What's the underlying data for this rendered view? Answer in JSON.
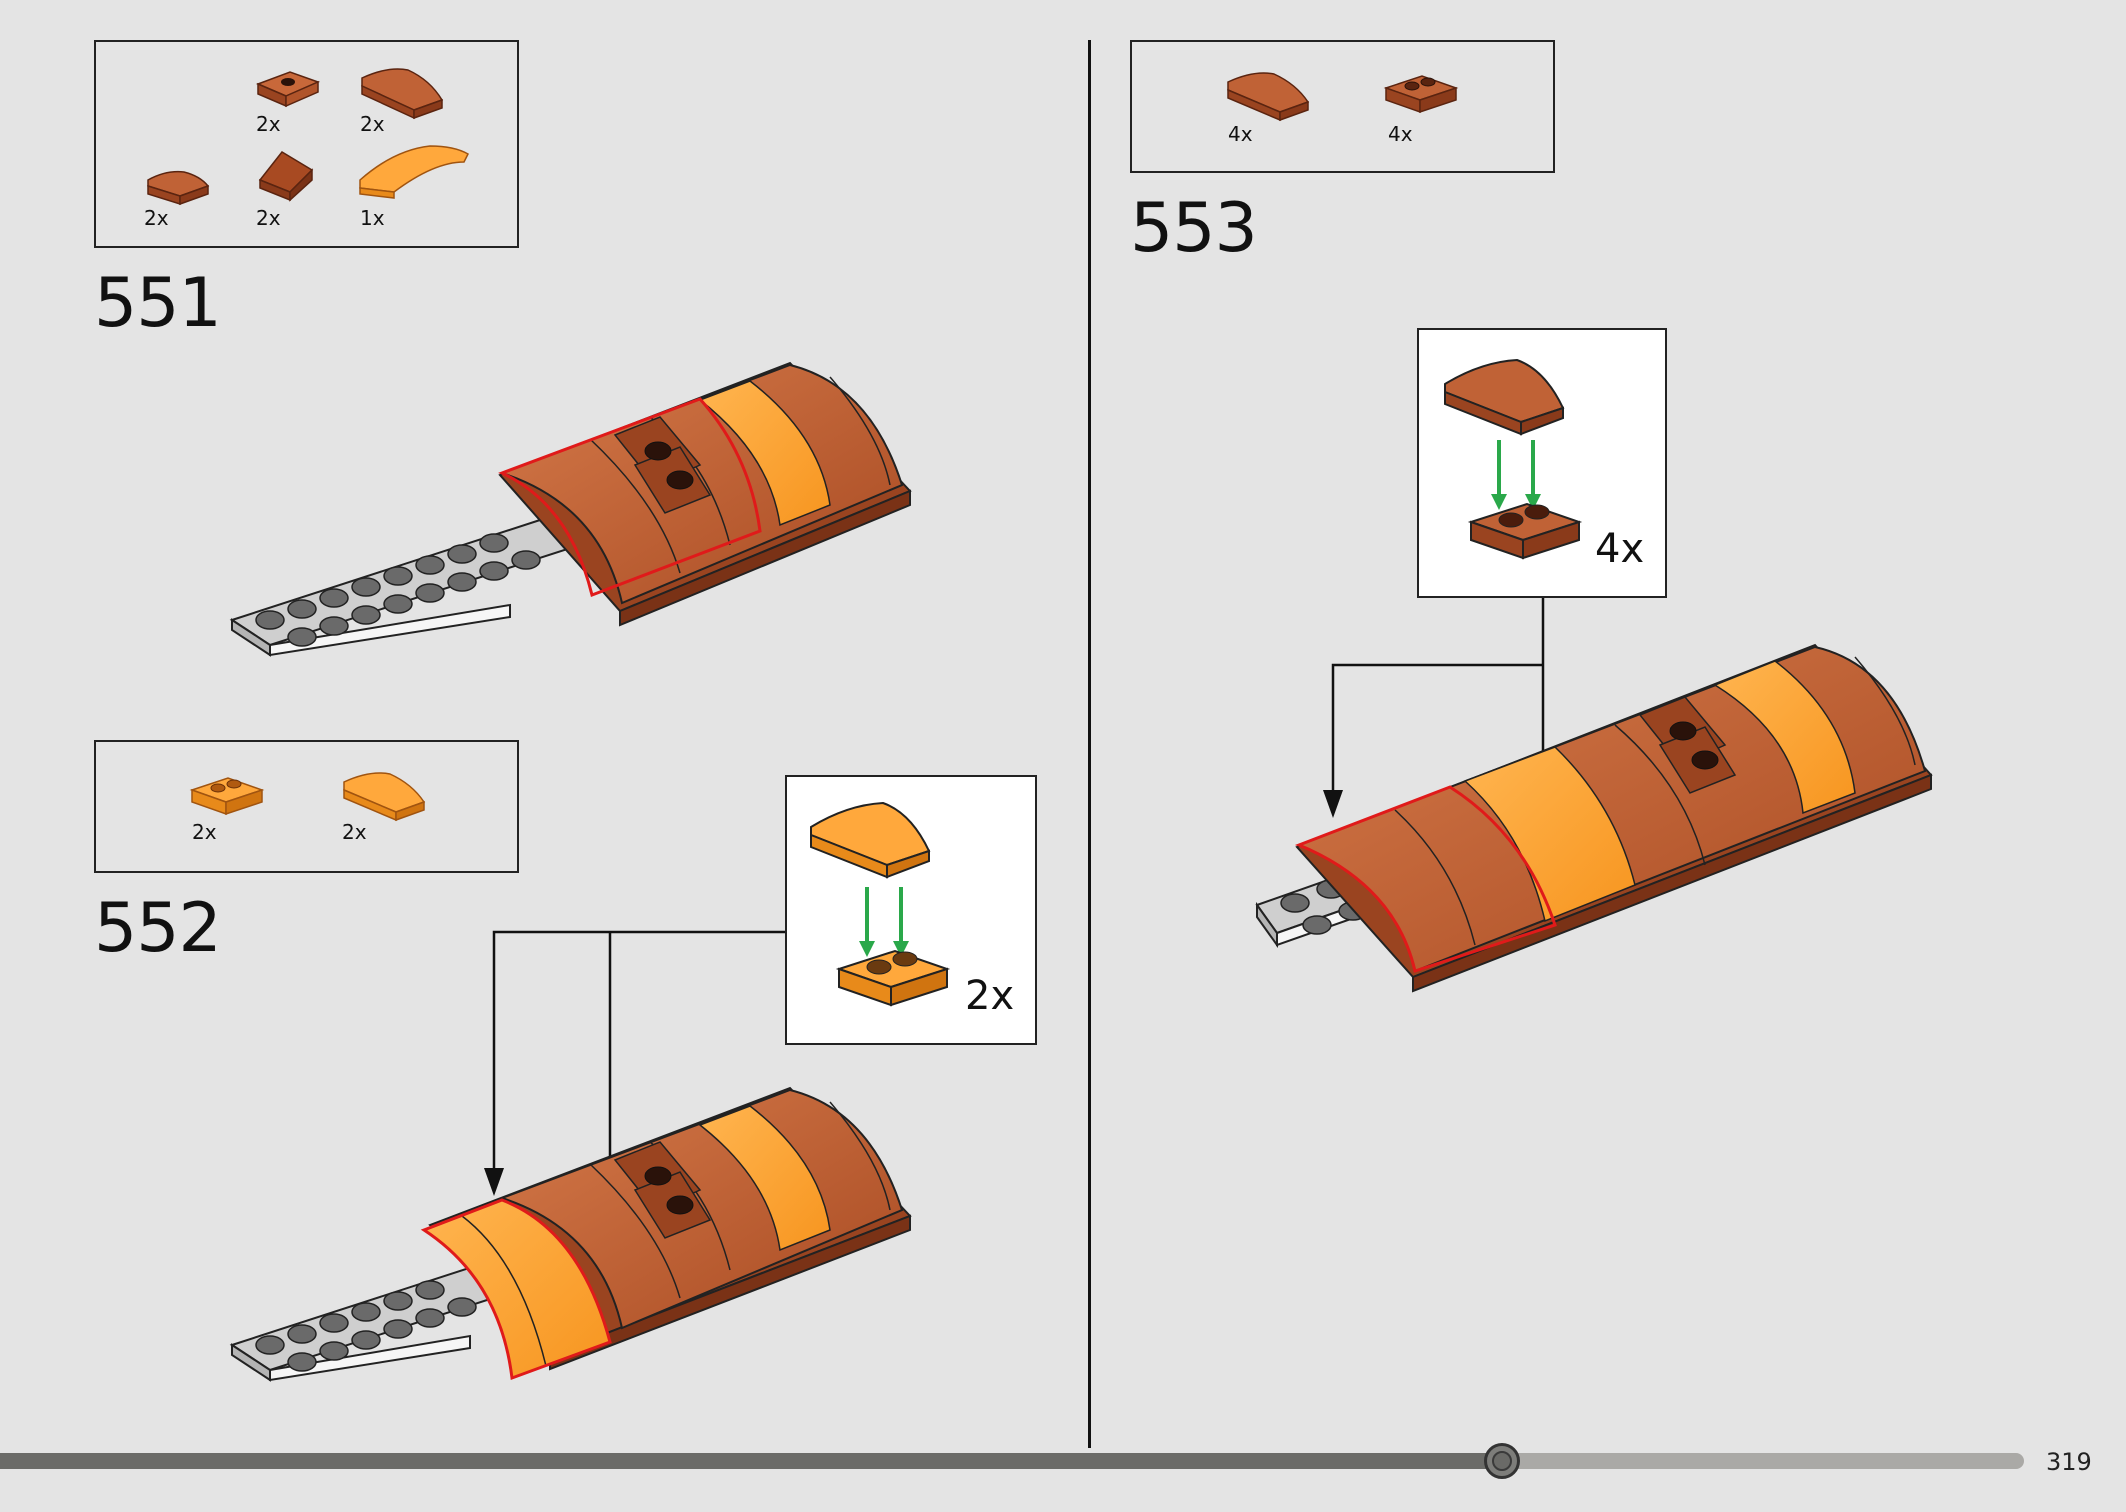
{
  "page": {
    "number": "319"
  },
  "progress": {
    "fraction": 0.742
  },
  "colors": {
    "brown": "#b5572c",
    "brown_dark": "#8a3a1a",
    "orange": "#ffa030",
    "gray_brick": "#c0c0c0",
    "highlight": "#e01a1a",
    "arrow_green": "#2aa84a"
  },
  "steps": [
    {
      "number": "551",
      "parts": [
        {
          "qty": "2x",
          "icon": "brown-plate-1x2-jumper-icon"
        },
        {
          "qty": "2x",
          "icon": "brown-curved-slope-2x2-icon"
        },
        {
          "qty": "2x",
          "icon": "brown-curved-slope-1x2-icon"
        },
        {
          "qty": "2x",
          "icon": "brown-slope-1x2-icon"
        },
        {
          "qty": "1x",
          "icon": "orange-curved-slope-1x4-icon"
        }
      ]
    },
    {
      "number": "552",
      "parts": [
        {
          "qty": "2x",
          "icon": "orange-plate-1x2-grooved-icon"
        },
        {
          "qty": "2x",
          "icon": "orange-curved-slope-2x2-icon"
        }
      ],
      "callout": {
        "qty": "2x"
      }
    },
    {
      "number": "553",
      "parts": [
        {
          "qty": "4x",
          "icon": "brown-curved-slope-2x2-icon"
        },
        {
          "qty": "4x",
          "icon": "brown-plate-1x2-grooved-icon"
        }
      ],
      "callout": {
        "qty": "4x"
      }
    }
  ]
}
